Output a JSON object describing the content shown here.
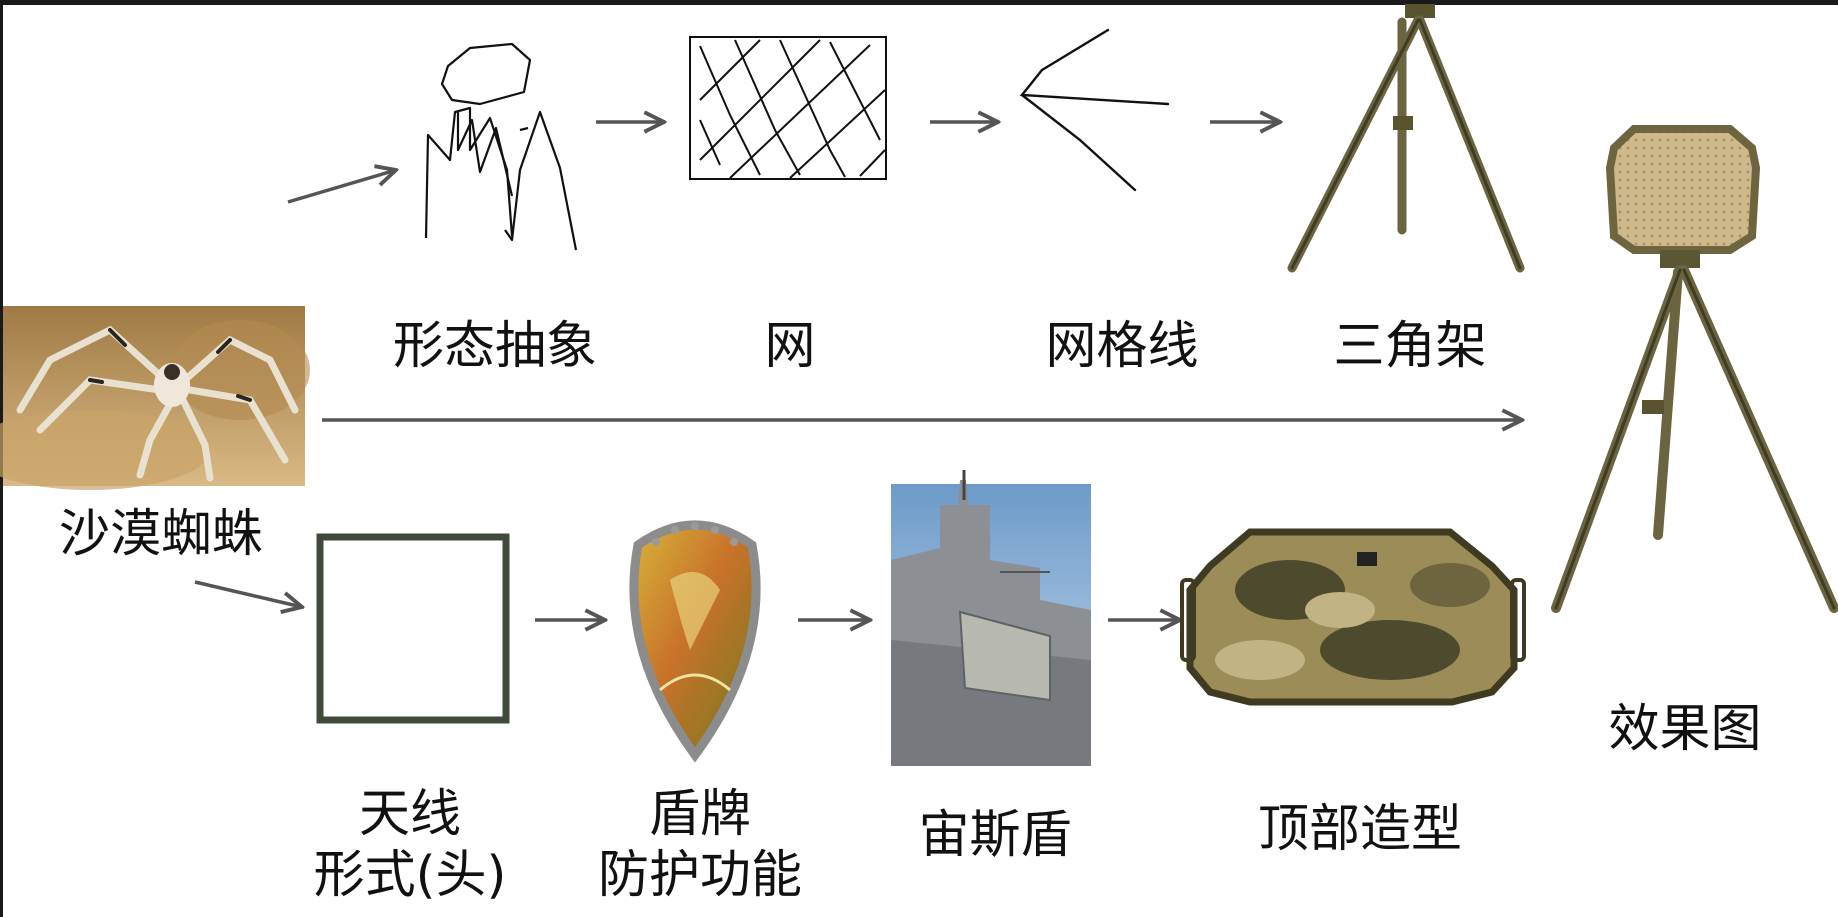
{
  "source": {
    "label": "沙漠蜘蛛"
  },
  "top_row": [
    {
      "label": "形态抽象"
    },
    {
      "label": "网"
    },
    {
      "label": "网格线"
    },
    {
      "label": "三角架"
    }
  ],
  "bottom_row": [
    {
      "label_line1": "天线",
      "label_line2": "形式(头)"
    },
    {
      "label_line1": "盾牌",
      "label_line2": "防护功能"
    },
    {
      "label": "宙斯盾"
    },
    {
      "label": "顶部造型"
    }
  ],
  "result": {
    "label": "效果图"
  },
  "colors": {
    "arrow": "#555555",
    "stroke": "#111111",
    "antenna_frame": "#3f4a3a",
    "camo_dark": "#4e4a2e",
    "camo_mid": "#8a7e52",
    "camo_light": "#c2b384",
    "tripod": "#6b6440"
  }
}
